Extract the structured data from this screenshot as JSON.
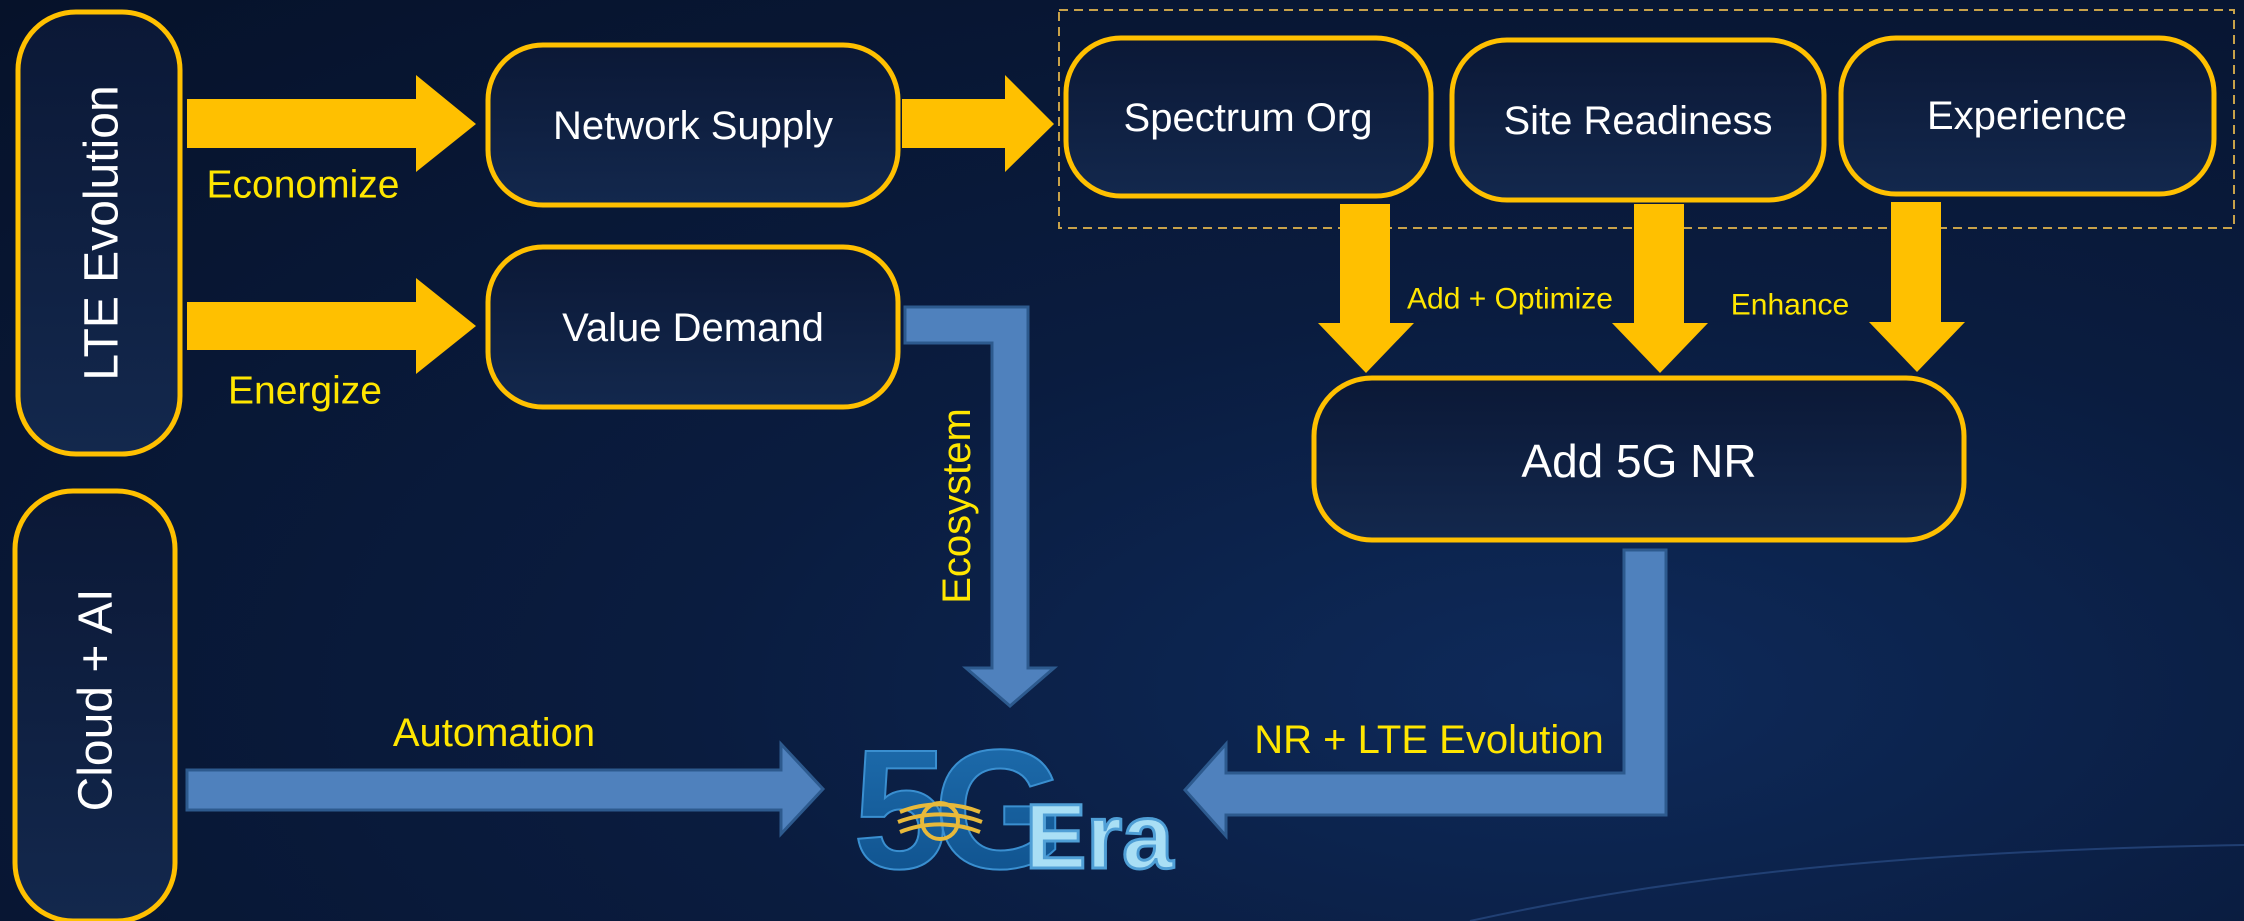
{
  "nodes": {
    "lte_evolution": "LTE Evolution",
    "cloud_ai": "Cloud + AI",
    "network_supply": "Network Supply",
    "value_demand": "Value Demand",
    "spectrum_org": "Spectrum Org",
    "site_readiness": "Site Readiness",
    "experience": "Experience",
    "add_5g_nr": "Add 5G NR"
  },
  "labels": {
    "economize": "Economize",
    "energize": "Energize",
    "ecosystem": "Ecosystem",
    "automation": "Automation",
    "add_optimize": "Add + Optimize",
    "enhance": "Enhance",
    "nr_lte_evolution": "NR + LTE Evolution"
  },
  "logo": {
    "big": "5G",
    "small": "Era"
  },
  "colors": {
    "node_border": "#ffc000",
    "node_fill": "#0c1d3f",
    "yellow_arrow": "#ffc000",
    "blue_arrow": "#4f81bd",
    "label_text": "#ffe600"
  }
}
